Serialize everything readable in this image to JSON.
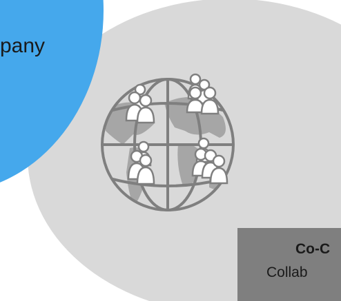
{
  "left_circle": {
    "label": "pany",
    "color": "#45a8ec"
  },
  "main_circle": {
    "color": "#d9d9d9"
  },
  "globe": {
    "icon": "globe-with-people-icon",
    "stroke": "#7f7f7f"
  },
  "callout": {
    "title": "Co-C",
    "text": "Collab",
    "color": "#7f7f7f"
  }
}
